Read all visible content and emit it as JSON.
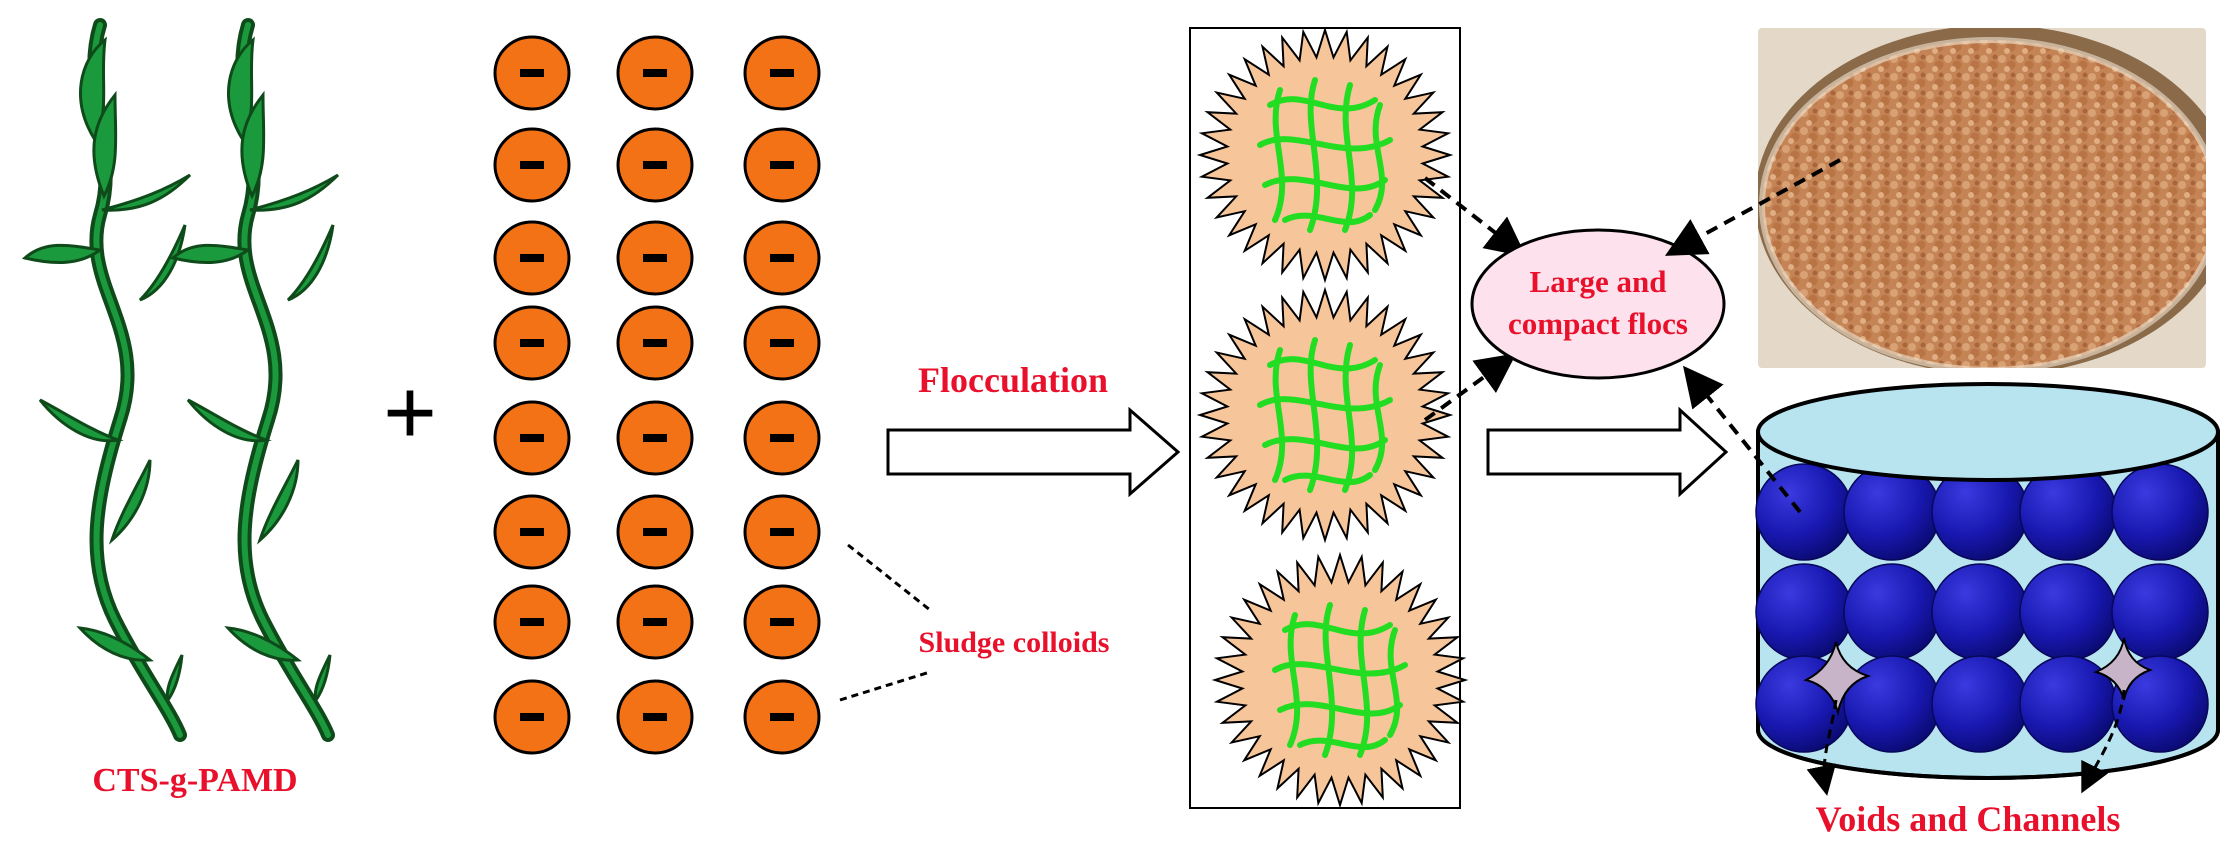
{
  "labels": {
    "polymer": "CTS-g-PAMD",
    "plus": "+",
    "colloid_charge": "−",
    "colloids": "Sludge colloids",
    "process": "Flocculation",
    "flocs_line1": "Large and",
    "flocs_line2": "compact flocs",
    "voids": "Voids and Channels"
  },
  "colors": {
    "label_red": "#e8102a",
    "colloid_fill": "#f47216",
    "leaf_green": "#1a9a3c",
    "stem_dark": "#0f4a1a",
    "floc_fill": "#f7c59a",
    "floc_net": "#22dd22",
    "ellipse_fill": "#fde2ee",
    "bead_blue": "#1818b0",
    "water_blue": "#b8e4ef",
    "void_fill": "#c8b4c8",
    "photo_brown": "#c98b5e"
  },
  "icons": {
    "colloid": "negative-charge-icon",
    "arrow": "hollow-arrow-icon",
    "void": "star-void-icon"
  }
}
